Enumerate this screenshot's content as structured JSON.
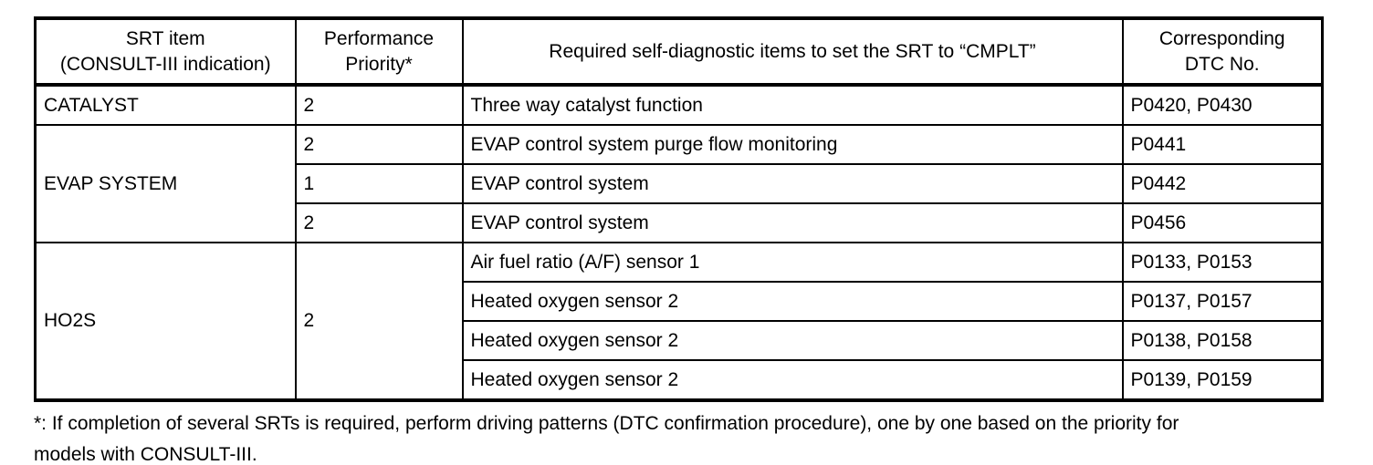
{
  "table": {
    "col_headers": [
      "SRT item\n(CONSULT-III indication)",
      "Performance\nPriority*",
      "Required self-diagnostic items to set the SRT to “CMPLT”",
      "Corresponding\nDTC No."
    ],
    "sections": [
      {
        "srt_item": "CATALYST",
        "rows": [
          {
            "priority": "2",
            "diagnostic": "Three way catalyst function",
            "dtc": "P0420, P0430"
          }
        ]
      },
      {
        "srt_item": "EVAP SYSTEM",
        "rows": [
          {
            "priority": "2",
            "diagnostic": "EVAP control system purge flow monitoring",
            "dtc": "P0441"
          },
          {
            "priority": "1",
            "diagnostic": "EVAP control system",
            "dtc": "P0442"
          },
          {
            "priority": "2",
            "diagnostic": "EVAP control system",
            "dtc": "P0456"
          }
        ]
      },
      {
        "srt_item": "HO2S",
        "shared_priority": "2",
        "rows": [
          {
            "diagnostic": "Air fuel ratio (A/F) sensor 1",
            "dtc": "P0133, P0153"
          },
          {
            "diagnostic": "Heated oxygen sensor 2",
            "dtc": "P0137, P0157"
          },
          {
            "diagnostic": "Heated oxygen sensor 2",
            "dtc": "P0138, P0158"
          },
          {
            "diagnostic": "Heated oxygen sensor 2",
            "dtc": "P0139, P0159"
          }
        ]
      }
    ]
  },
  "footnote": {
    "lines": "*: If completion of several SRTs is required, perform driving patterns (DTC confirmation procedure), one by one based on the priority for\nmodels with CONSULT-III."
  }
}
